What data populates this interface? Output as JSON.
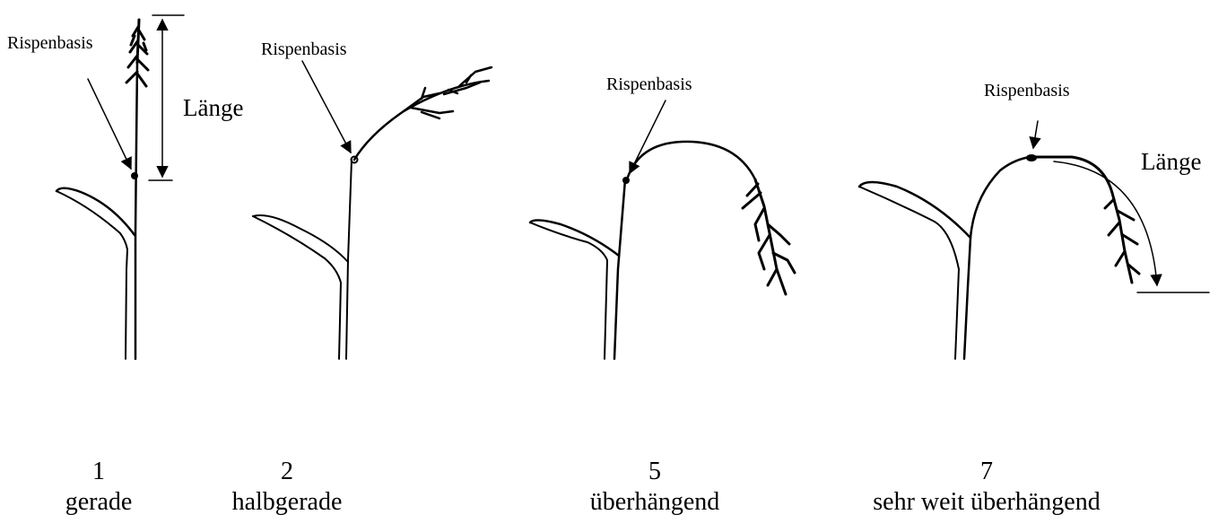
{
  "stages": [
    {
      "score": "1",
      "description": "gerade",
      "panicle_base_label": "Rispenbasis",
      "length_label": "Länge"
    },
    {
      "score": "2",
      "description": "halbgerade",
      "panicle_base_label": "Rispenbasis"
    },
    {
      "score": "5",
      "description": "überhängend",
      "panicle_base_label": "Rispenbasis"
    },
    {
      "score": "7",
      "description": "sehr weit überhängend",
      "panicle_base_label": "Rispenbasis",
      "length_label": "Länge"
    }
  ],
  "colors": {
    "ink": "#000000",
    "background": "#ffffff"
  }
}
